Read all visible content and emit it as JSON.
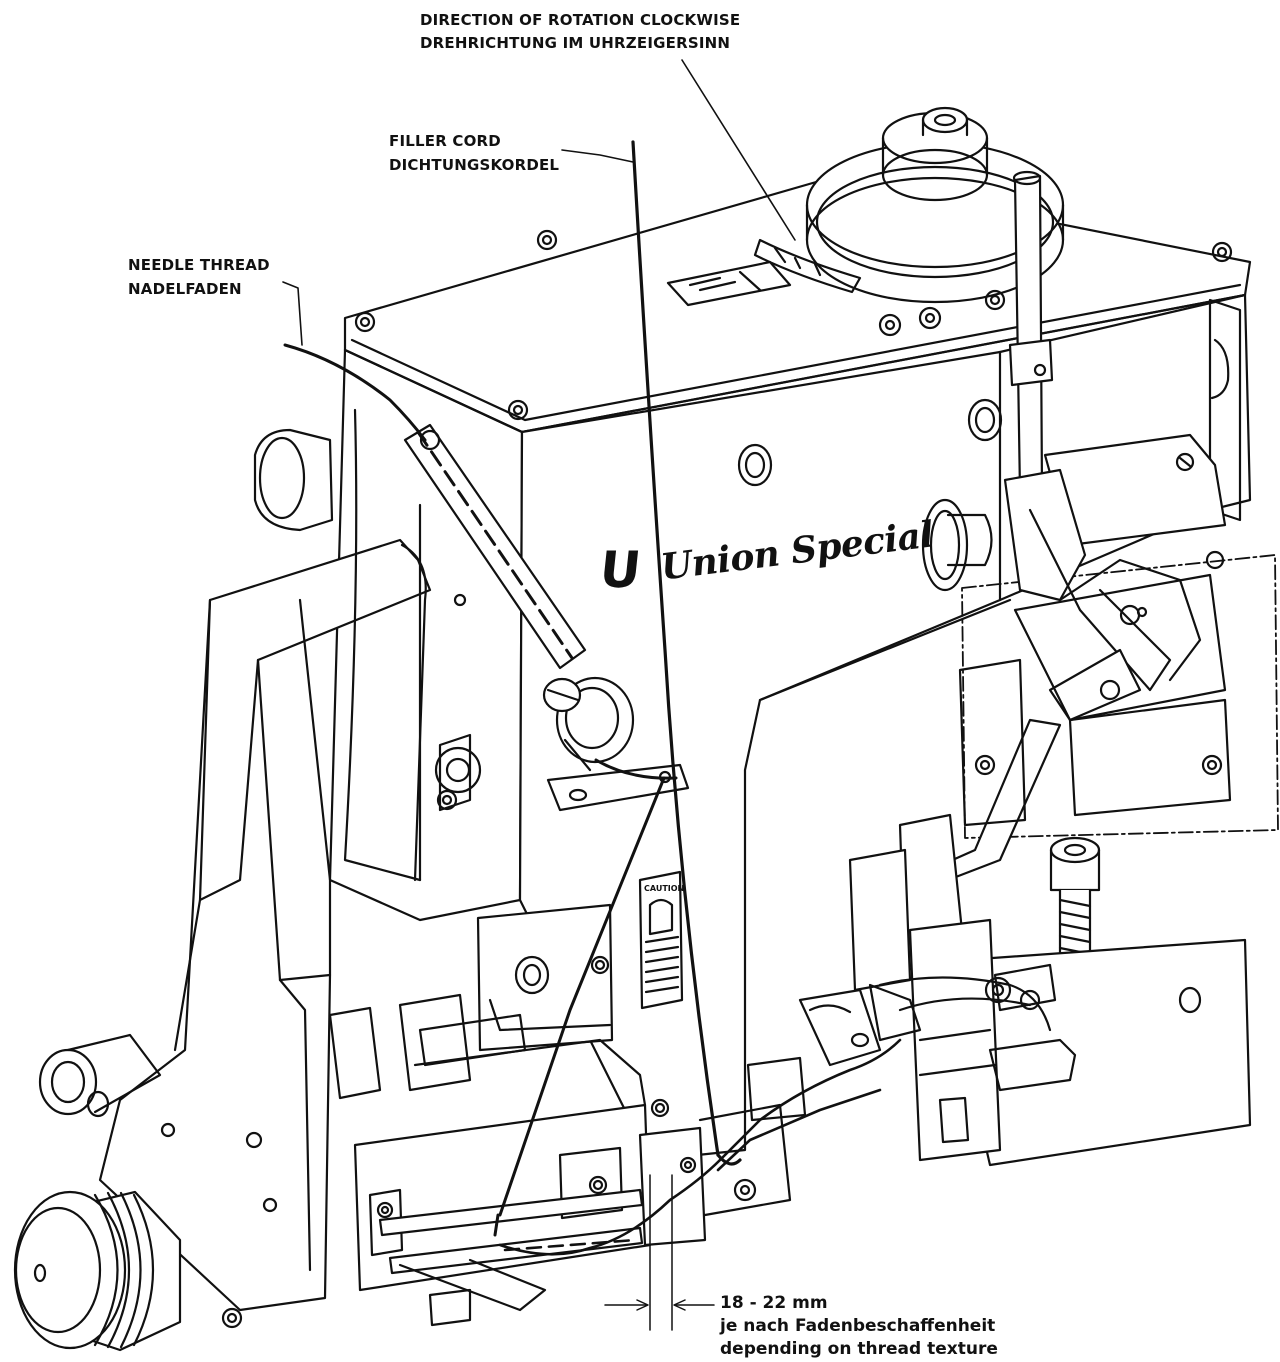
{
  "labels": {
    "rotation_en": "DIRECTION OF ROTATION CLOCKWISE",
    "rotation_de": "DREHRICHTUNG IM UHRZEIGERSINN",
    "filler_en": "FILLER CORD",
    "filler_de": "DICHTUNGSKORDEL",
    "needle_en": "NEEDLE THREAD",
    "needle_de": "NADELFADEN"
  },
  "dimension": {
    "value": "18 - 22 mm",
    "note_de": "je nach Fadenbeschaffenheit",
    "note_en": "depending on thread texture"
  },
  "brand": {
    "logo_letter": "U",
    "name": "Union Special"
  },
  "warning_plate": {
    "title": "CAUTION"
  },
  "colors": {
    "line": "#111111",
    "background": "#ffffff"
  }
}
